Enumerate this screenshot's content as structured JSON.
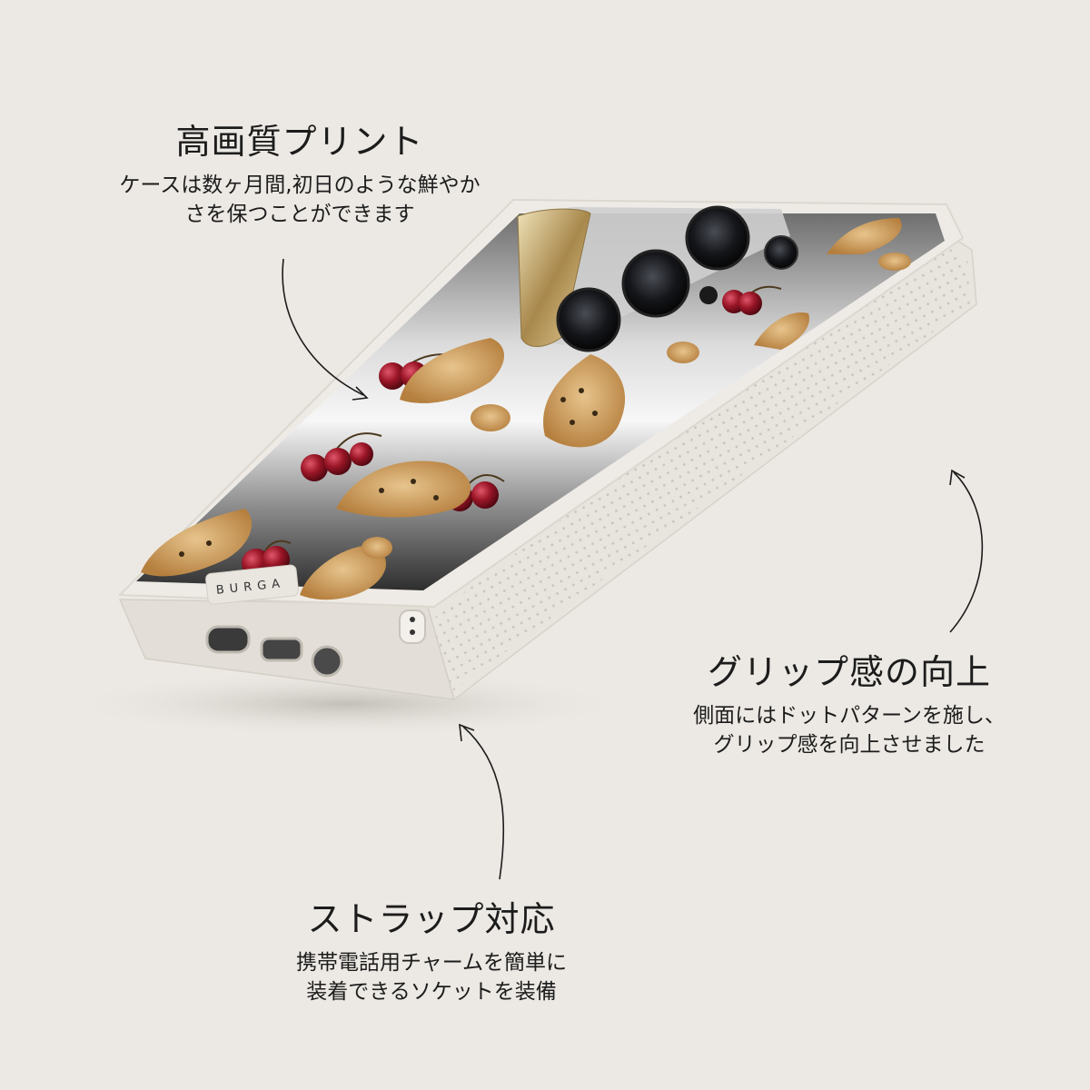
{
  "callouts": {
    "print": {
      "title": "高画質プリント",
      "desc_line1": "ケースは数ヶ月間,初日のような鮮やか",
      "desc_line2": "さを保つことができます"
    },
    "grip": {
      "title": "グリップ感の向上",
      "desc_line1": "側面にはドットパターンを施し、",
      "desc_line2": "グリップ感を向上させました"
    },
    "strap": {
      "title": "ストラップ対応",
      "desc_line1": "携帯電話用チャームを簡単に",
      "desc_line2": "装着できるソケットを装備"
    }
  },
  "product": {
    "brand": "BURGA"
  },
  "colors": {
    "background": "#ece9e4",
    "case_frame": "#e6e2dc",
    "camera_ring": "#b89a5e",
    "cherry": "#8e1322",
    "cheetah": "#c8975a"
  }
}
